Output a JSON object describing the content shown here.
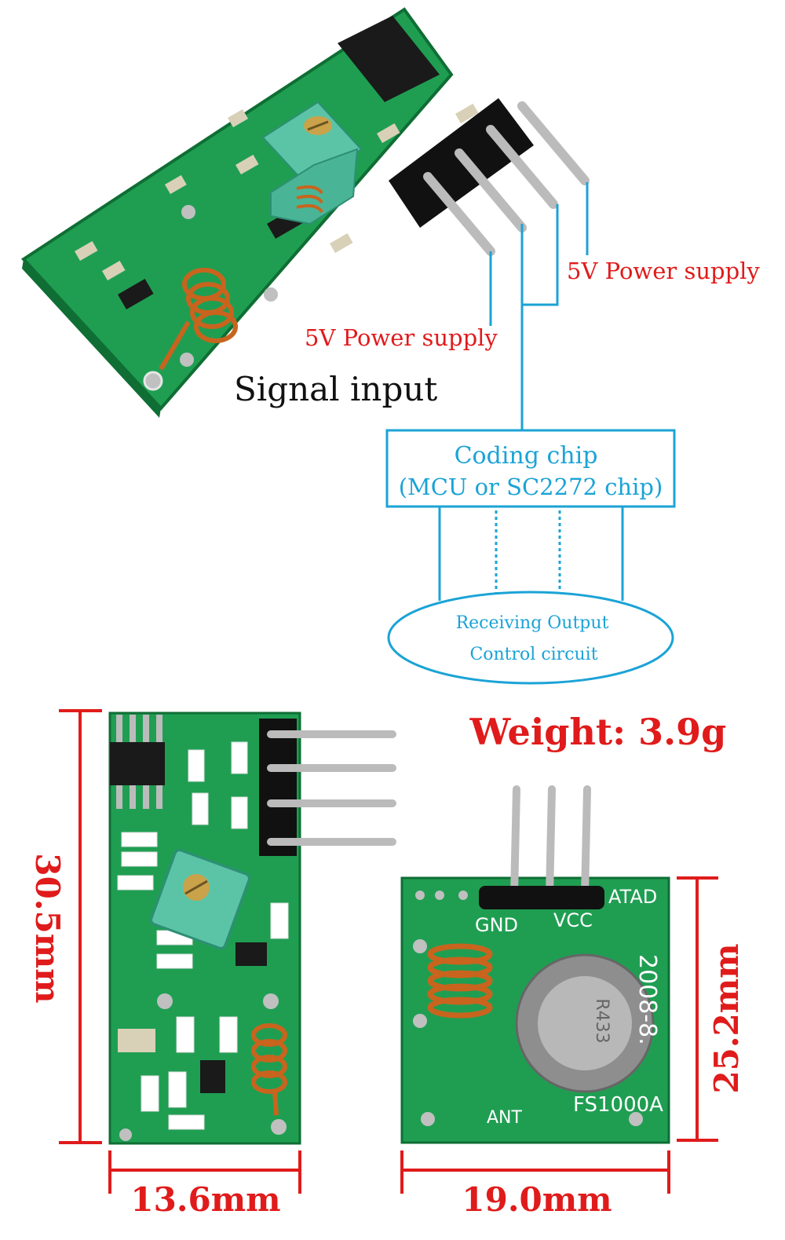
{
  "top": {
    "label_power_right": "5V Power supply",
    "label_power_left": "5V Power supply",
    "label_signal": "Signal input",
    "coding_chip_line1": "Coding chip",
    "coding_chip_line2": "(MCU or SC2272 chip)",
    "receiving_line1": "Receiving Output",
    "receiving_line2": "Control circuit"
  },
  "bottom": {
    "weight": "Weight: 3.9g",
    "dim_receiver_height": "30.5mm",
    "dim_receiver_width": "13.6mm",
    "dim_transmitter_height": "25.2mm",
    "dim_transmitter_width": "19.0mm",
    "tx_pin_gnd": "GND",
    "tx_pin_vcc": "VCC",
    "tx_pin_data": "ATAD",
    "tx_date": "2008-8.",
    "tx_model": "FS1000A",
    "tx_ant": "ANT",
    "crystal_marking": "R433"
  },
  "colors": {
    "accent_cyan": "#1ba3d6",
    "accent_red": "#e01b1b",
    "pcb_green": "#1f9e52",
    "pcb_dark": "#0f6e34",
    "copper": "#c8641e"
  }
}
